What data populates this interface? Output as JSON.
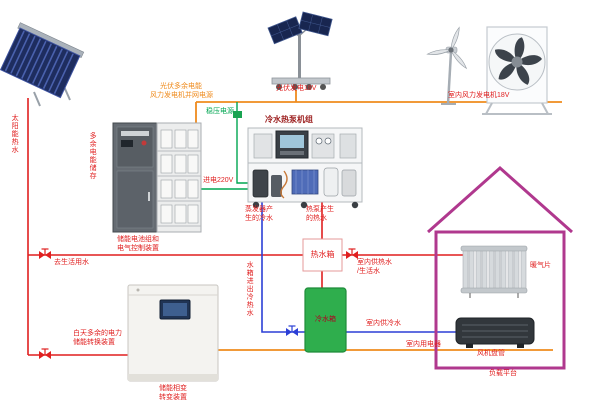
{
  "diagram": {
    "power": {
      "pv_excess_line": "光伏多余电能",
      "wind_grid_line": "风力发电机并网电源",
      "regulated_supply": "稳压电源",
      "pv_output": "光伏发电18V",
      "wind_output": "室内风力发电机18V",
      "incoming_220v": "进电220V",
      "indoor_appliances": "室内用电器",
      "load_platform": "负载平台",
      "daytime_excess": "白天多余的电力\n储能转换装置"
    },
    "storage": {
      "battery_cabinet": "储能电池组和\n电气控制装置",
      "excess_energy_store": "多余电能储存",
      "conversion_unit": "储能相变\n转变装置"
    },
    "water": {
      "solar_hot_water": "太阳能热水",
      "to_domestic": "去生活用水",
      "evaporator_cold": "蒸发器产\n生的冷水",
      "condenser_hot": "热泵产生\n的热水",
      "hot_tank": "热水箱",
      "cold_tank": "冷水箱",
      "indoor_hot_supply": "室内供热水\n/生活水",
      "indoor_cold_supply": "室内供冷水",
      "tank_circulation": "水箱进出冷热水"
    },
    "equipment": {
      "heat_pump": "冷水热泵机组",
      "radiator": "暖气片",
      "fan_coil": "风机盘管"
    }
  },
  "colors": {
    "hot_water_line": "#e01f1f",
    "cold_water_line": "#2b3fd6",
    "power_line": "#ef8b1d",
    "control_line": "#00a651",
    "house_outline": "#b0388e",
    "cold_tank_fill": "#2fae4d"
  }
}
